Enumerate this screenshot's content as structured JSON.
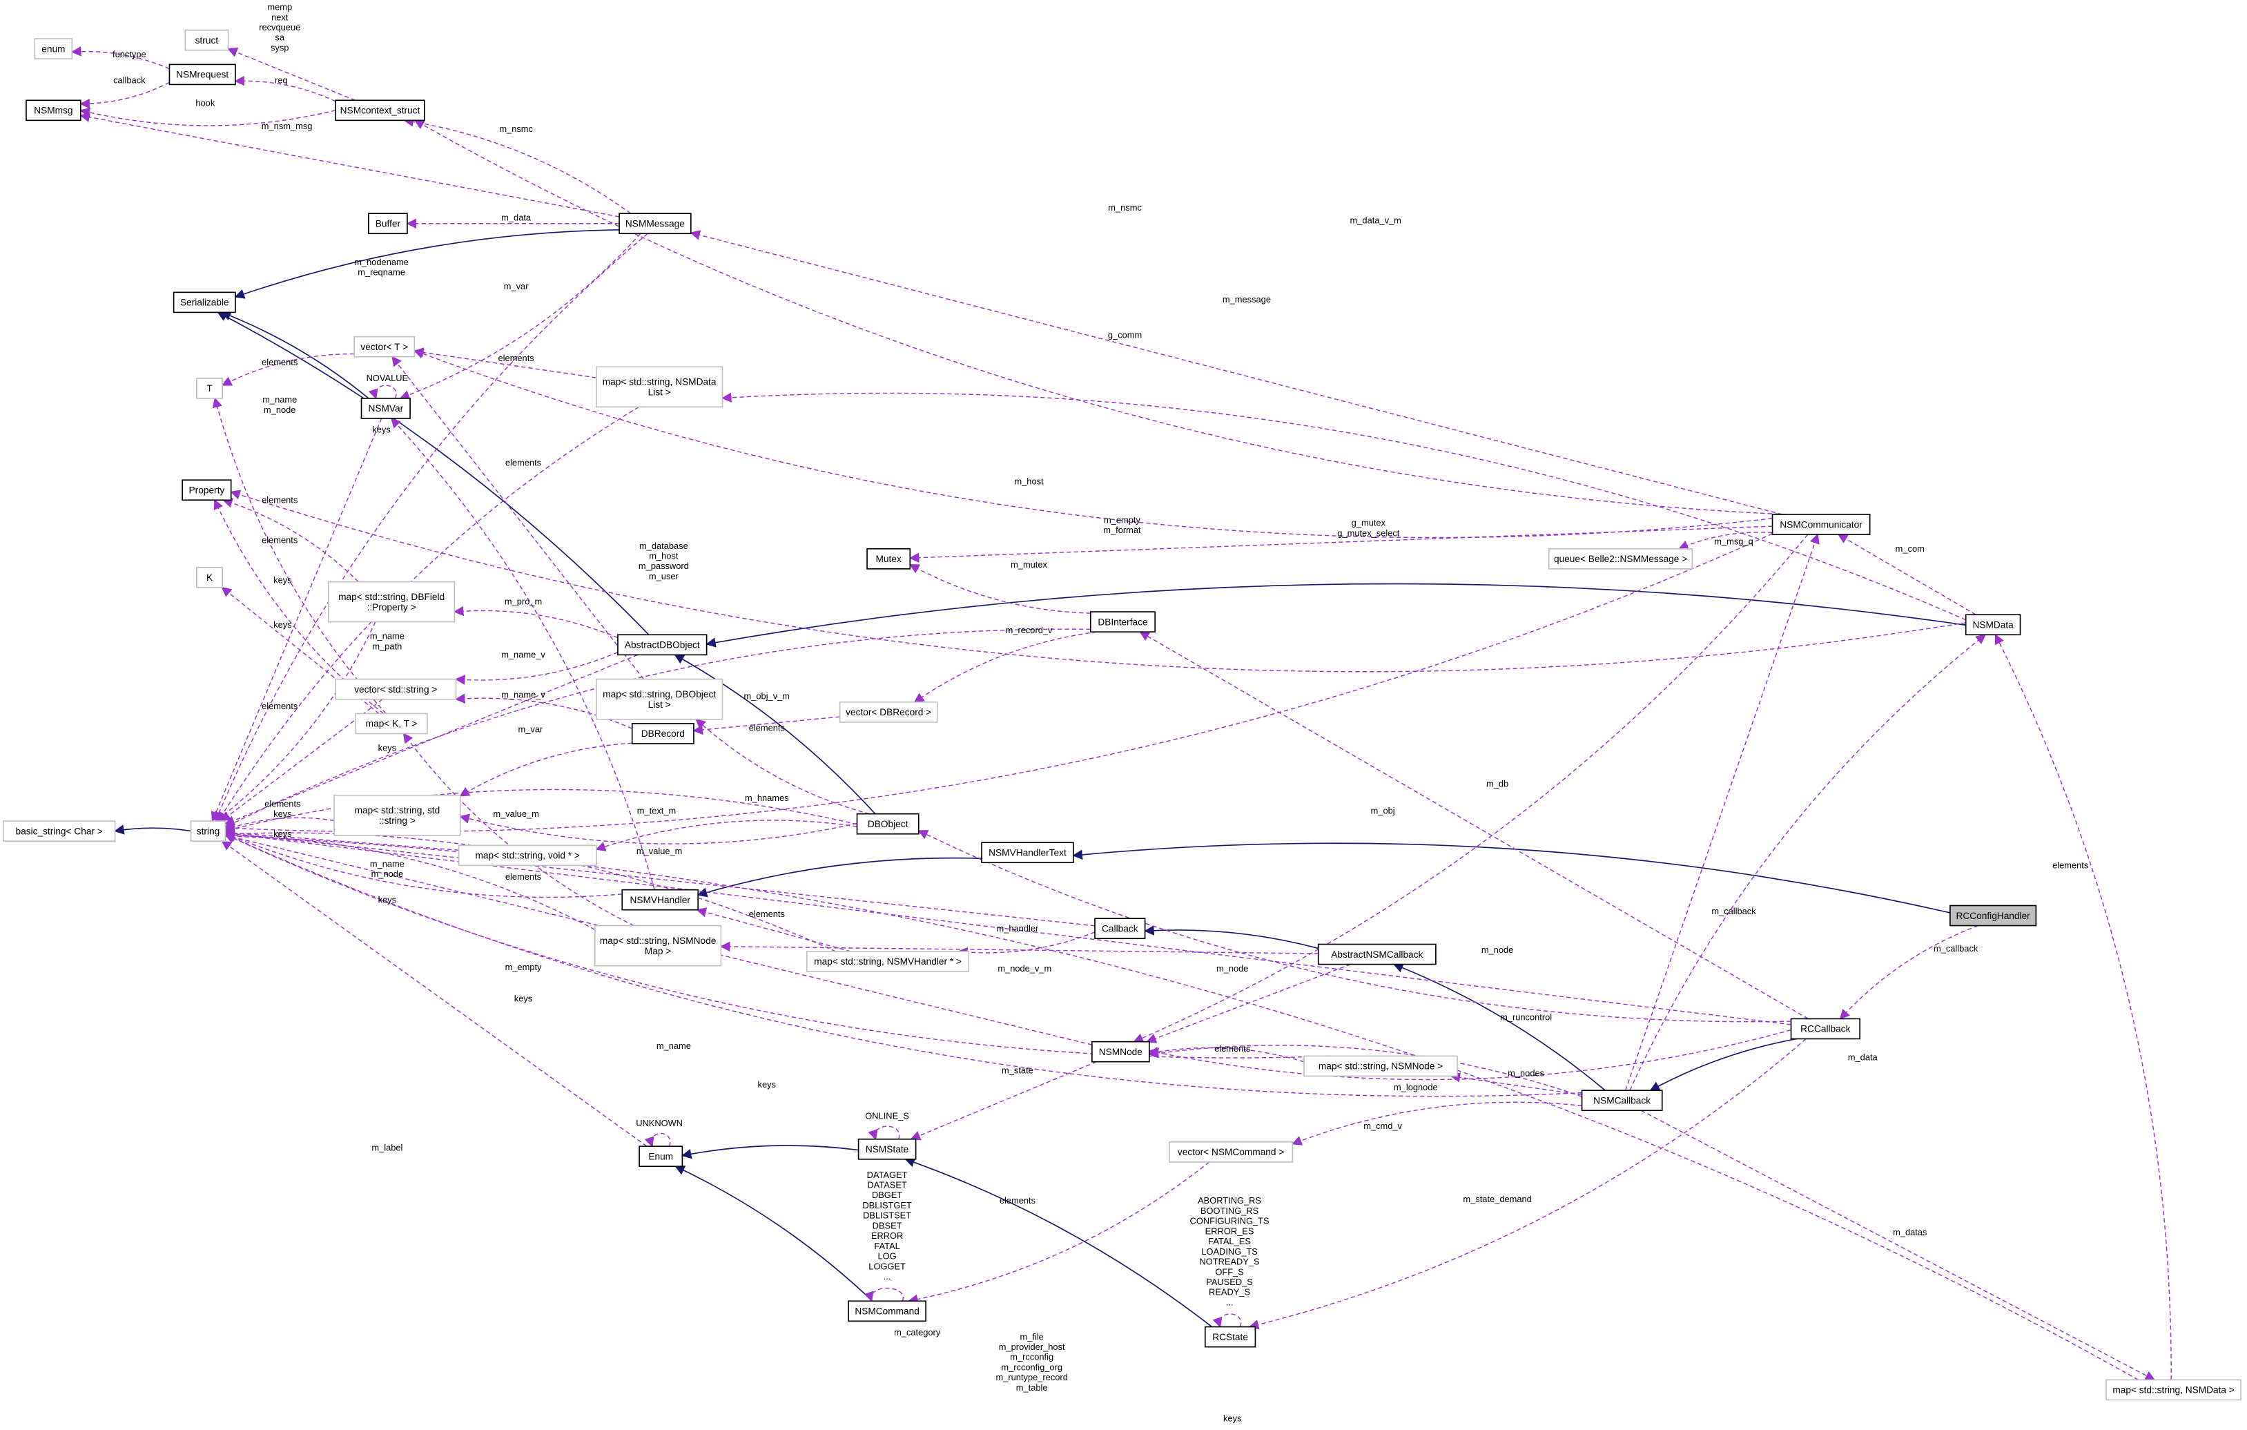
{
  "title": "RCConfigHandler collaboration diagram",
  "colors": {
    "inheritance": "#191970",
    "usage": "#9a32cd",
    "focus_fill": "#bfbfbf",
    "external_border": "#bfbfbf"
  },
  "nodes": [
    {
      "id": "enum",
      "label": "enum",
      "kind": "ext"
    },
    {
      "id": "struct",
      "label": "struct",
      "kind": "ext"
    },
    {
      "id": "NSMrequest",
      "label": "NSMrequest",
      "kind": "class"
    },
    {
      "id": "NSMmsg",
      "label": "NSMmsg",
      "kind": "class"
    },
    {
      "id": "NSMcontext_struct",
      "label": "NSMcontext_struct",
      "kind": "class"
    },
    {
      "id": "Buffer",
      "label": "Buffer",
      "kind": "class"
    },
    {
      "id": "NSMMessage",
      "label": "NSMMessage",
      "kind": "class"
    },
    {
      "id": "Serializable",
      "label": "Serializable",
      "kind": "class"
    },
    {
      "id": "vectorT",
      "label": "vector< T >",
      "kind": "ext"
    },
    {
      "id": "mapDataList",
      "label": "map< std::string, NSMData\nList >",
      "kind": "ext"
    },
    {
      "id": "T",
      "label": "T",
      "kind": "ext"
    },
    {
      "id": "NSMVar",
      "label": "NSMVar",
      "kind": "class"
    },
    {
      "id": "Property",
      "label": "Property",
      "kind": "class"
    },
    {
      "id": "K",
      "label": "K",
      "kind": "ext"
    },
    {
      "id": "mapDBField",
      "label": "map< std::string, DBField\n::Property >",
      "kind": "ext"
    },
    {
      "id": "AbstractDBObject",
      "label": "AbstractDBObject",
      "kind": "class"
    },
    {
      "id": "vectorString",
      "label": "vector< std::string >",
      "kind": "ext"
    },
    {
      "id": "mapDBObjectList",
      "label": "map< std::string, DBObject\nList >",
      "kind": "ext"
    },
    {
      "id": "mapKT",
      "label": "map< K, T >",
      "kind": "ext"
    },
    {
      "id": "DBRecord",
      "label": "DBRecord",
      "kind": "class"
    },
    {
      "id": "vectorDBRecord",
      "label": "vector< DBRecord >",
      "kind": "ext"
    },
    {
      "id": "DBObject",
      "label": "DBObject",
      "kind": "class"
    },
    {
      "id": "mapStringString",
      "label": "map< std::string, std\n::string >",
      "kind": "ext"
    },
    {
      "id": "basic_string",
      "label": "basic_string< Char >",
      "kind": "ext"
    },
    {
      "id": "string",
      "label": "string",
      "kind": "ext"
    },
    {
      "id": "mapVoid",
      "label": "map< std::string, void * >",
      "kind": "ext"
    },
    {
      "id": "NSMVHandlerText",
      "label": "NSMVHandlerText",
      "kind": "class"
    },
    {
      "id": "NSMVHandler",
      "label": "NSMVHandler",
      "kind": "class"
    },
    {
      "id": "mapNodeMap",
      "label": "map< std::string, NSMNode\nMap >",
      "kind": "ext"
    },
    {
      "id": "Callback",
      "label": "Callback",
      "kind": "class"
    },
    {
      "id": "mapVHandler",
      "label": "map< std::string, NSMVHandler * >",
      "kind": "ext"
    },
    {
      "id": "AbstractNSMCallback",
      "label": "AbstractNSMCallback",
      "kind": "class"
    },
    {
      "id": "NSMNode",
      "label": "NSMNode",
      "kind": "class"
    },
    {
      "id": "RCCallback",
      "label": "RCCallback",
      "kind": "class"
    },
    {
      "id": "mapNSMNode",
      "label": "map< std::string, NSMNode >",
      "kind": "ext"
    },
    {
      "id": "NSMCallback",
      "label": "NSMCallback",
      "kind": "class"
    },
    {
      "id": "NSMState",
      "label": "NSMState",
      "kind": "class"
    },
    {
      "id": "Enum",
      "label": "Enum",
      "kind": "class"
    },
    {
      "id": "vectorNSMCommand",
      "label": "vector< NSMCommand >",
      "kind": "ext"
    },
    {
      "id": "NSMCommand",
      "label": "NSMCommand",
      "kind": "class"
    },
    {
      "id": "RCState",
      "label": "RCState",
      "kind": "class"
    },
    {
      "id": "mapNSMData",
      "label": "map< std::string, NSMData >",
      "kind": "ext"
    },
    {
      "id": "NSMCommunicator",
      "label": "NSMCommunicator",
      "kind": "class"
    },
    {
      "id": "Mutex",
      "label": "Mutex",
      "kind": "class"
    },
    {
      "id": "queue",
      "label": "queue< Belle2::NSMMessage >",
      "kind": "ext"
    },
    {
      "id": "DBInterface",
      "label": "DBInterface",
      "kind": "class"
    },
    {
      "id": "NSMData",
      "label": "NSMData",
      "kind": "class"
    },
    {
      "id": "RCConfigHandler",
      "label": "RCConfigHandler",
      "kind": "focus"
    }
  ],
  "edges": [
    {
      "id": "e1",
      "from": "NSMMessage",
      "to": "Serializable",
      "type": "inherit",
      "label": ""
    },
    {
      "id": "e2",
      "from": "NSMVar",
      "to": "Serializable",
      "type": "inherit",
      "label": ""
    },
    {
      "id": "e3",
      "from": "AbstractDBObject",
      "to": "Serializable",
      "type": "inherit",
      "label": ""
    },
    {
      "id": "e4",
      "from": "NSMData",
      "to": "AbstractDBObject",
      "type": "inherit",
      "label": ""
    },
    {
      "id": "e5",
      "from": "DBObject",
      "to": "AbstractDBObject",
      "type": "inherit",
      "label": ""
    },
    {
      "id": "e6",
      "from": "string",
      "to": "basic_string",
      "type": "inherit",
      "label": ""
    },
    {
      "id": "e7",
      "from": "NSMVHandlerText",
      "to": "NSMVHandler",
      "type": "inherit",
      "label": ""
    },
    {
      "id": "e8",
      "from": "RCConfigHandler",
      "to": "NSMVHandlerText",
      "type": "inherit",
      "label": ""
    },
    {
      "id": "e9",
      "from": "AbstractNSMCallback",
      "to": "Callback",
      "type": "inherit",
      "label": ""
    },
    {
      "id": "e10",
      "from": "NSMCallback",
      "to": "AbstractNSMCallback",
      "type": "inherit",
      "label": ""
    },
    {
      "id": "e11",
      "from": "RCCallback",
      "to": "NSMCallback",
      "type": "inherit",
      "label": ""
    },
    {
      "id": "e12",
      "from": "NSMState",
      "to": "Enum",
      "type": "inherit",
      "label": ""
    },
    {
      "id": "e13",
      "from": "NSMCommand",
      "to": "Enum",
      "type": "inherit",
      "label": ""
    },
    {
      "id": "e14",
      "from": "RCState",
      "to": "NSMState",
      "type": "inherit",
      "label": ""
    },
    {
      "id": "u1",
      "from": "NSMrequest",
      "to": "enum",
      "type": "usage",
      "label": "functype"
    },
    {
      "id": "u2",
      "from": "NSMrequest",
      "to": "NSMmsg",
      "type": "usage",
      "label": "callback"
    },
    {
      "id": "u3",
      "from": "NSMcontext_struct",
      "to": "struct",
      "type": "usage",
      "label": "memp\nnext\nrecvqueue\nsa\nsysp"
    },
    {
      "id": "u4",
      "from": "NSMcontext_struct",
      "to": "NSMrequest",
      "type": "usage",
      "label": "req"
    },
    {
      "id": "u5",
      "from": "NSMcontext_struct",
      "to": "NSMmsg",
      "type": "usage",
      "label": "hook"
    },
    {
      "id": "u6",
      "from": "NSMMessage",
      "to": "NSMmsg",
      "type": "usage",
      "label": "m_nsm_msg"
    },
    {
      "id": "u7",
      "from": "NSMMessage",
      "to": "NSMcontext_struct",
      "type": "usage",
      "label": "m_nsmc"
    },
    {
      "id": "u8",
      "from": "NSMCommunicator",
      "to": "NSMcontext_struct",
      "type": "usage",
      "label": "m_nsmc"
    },
    {
      "id": "u9",
      "from": "NSMMessage",
      "to": "Buffer",
      "type": "usage",
      "label": "m_data"
    },
    {
      "id": "u10",
      "from": "NSMMessage",
      "to": "string",
      "type": "usage",
      "label": "m_nodename\nm_reqname"
    },
    {
      "id": "u11",
      "from": "NSMMessage",
      "to": "NSMVar",
      "type": "usage",
      "label": "m_var"
    },
    {
      "id": "u12",
      "from": "NSMCommunicator",
      "to": "NSMMessage",
      "type": "usage",
      "label": "m_message"
    },
    {
      "id": "u13",
      "from": "NSMData",
      "to": "mapDataList",
      "type": "usage",
      "label": "m_data_v_m"
    },
    {
      "id": "u14",
      "from": "NSMCommunicator",
      "to": "vectorT",
      "type": "usage",
      "label": "g_comm"
    },
    {
      "id": "u15",
      "from": "mapDataList",
      "to": "vectorT",
      "type": "usage",
      "label": "elements"
    },
    {
      "id": "u16",
      "from": "vectorT",
      "to": "T",
      "type": "usage",
      "label": "elements"
    },
    {
      "id": "u17",
      "from": "NSMVar",
      "to": "NSMVar",
      "type": "self",
      "label": "NOVALUE"
    },
    {
      "id": "u18",
      "from": "NSMVar",
      "to": "string",
      "type": "usage",
      "label": "m_name\nm_node"
    },
    {
      "id": "u19",
      "from": "mapDataList",
      "to": "string",
      "type": "usage",
      "label": "keys"
    },
    {
      "id": "u20",
      "from": "NSMCommunicator",
      "to": "string",
      "type": "usage",
      "label": "m_host"
    },
    {
      "id": "u21",
      "from": "mapDBObjectList",
      "to": "vectorT",
      "type": "usage",
      "label": "elements"
    },
    {
      "id": "u22",
      "from": "mapDBField",
      "to": "Property",
      "type": "usage",
      "label": "elements"
    },
    {
      "id": "u23",
      "from": "NSMData",
      "to": "Property",
      "type": "usage",
      "label": "m_empty\nm_format"
    },
    {
      "id": "u24",
      "from": "NSMCommunicator",
      "to": "Mutex",
      "type": "usage",
      "label": "g_mutex\ng_mutex_select"
    },
    {
      "id": "u25",
      "from": "NSMCommunicator",
      "to": "queue",
      "type": "usage",
      "label": "m_msg_q"
    },
    {
      "id": "u26",
      "from": "mapKT",
      "to": "Property",
      "type": "usage",
      "label": "elements"
    },
    {
      "id": "u27",
      "from": "mapKT",
      "to": "K",
      "type": "usage",
      "label": "keys"
    },
    {
      "id": "u28",
      "from": "DBInterface",
      "to": "string",
      "type": "usage",
      "label": "m_database\nm_host\nm_password\nm_user"
    },
    {
      "id": "u29",
      "from": "DBInterface",
      "to": "Mutex",
      "type": "usage",
      "label": "m_mutex"
    },
    {
      "id": "u30",
      "from": "NSMData",
      "to": "NSMCommunicator",
      "type": "usage",
      "label": "m_com"
    },
    {
      "id": "u31",
      "from": "AbstractDBObject",
      "to": "mapDBField",
      "type": "usage",
      "label": "m_pro_m"
    },
    {
      "id": "u32",
      "from": "mapDBField",
      "to": "string",
      "type": "usage",
      "label": "keys"
    },
    {
      "id": "u33",
      "from": "AbstractDBObject",
      "to": "string",
      "type": "usage",
      "label": "m_name\nm_path"
    },
    {
      "id": "u34",
      "from": "DBInterface",
      "to": "vectorDBRecord",
      "type": "usage",
      "label": "m_record_v"
    },
    {
      "id": "u35",
      "from": "AbstractDBObject",
      "to": "vectorString",
      "type": "usage",
      "label": "m_name_v"
    },
    {
      "id": "u36",
      "from": "vectorString",
      "to": "string",
      "type": "usage",
      "label": "elements"
    },
    {
      "id": "u37",
      "from": "DBRecord",
      "to": "vectorString",
      "type": "usage",
      "label": "m_name_v"
    },
    {
      "id": "u38",
      "from": "DBObject",
      "to": "mapDBObjectList",
      "type": "usage",
      "label": "m_obj_v_m"
    },
    {
      "id": "u39",
      "from": "vectorDBRecord",
      "to": "DBRecord",
      "type": "usage",
      "label": "elements"
    },
    {
      "id": "u40",
      "from": "NSMVHandler",
      "to": "NSMVar",
      "type": "usage",
      "label": "m_var"
    },
    {
      "id": "u41",
      "from": "mapKT",
      "to": "T",
      "type": "usage",
      "label": "keys"
    },
    {
      "id": "u42",
      "from": "RCCallback",
      "to": "DBInterface",
      "type": "usage",
      "label": "m_db"
    },
    {
      "id": "u43",
      "from": "DBRecord",
      "to": "mapStringString",
      "type": "usage",
      "label": "m_value_m"
    },
    {
      "id": "u44",
      "from": "DBObject",
      "to": "mapStringString",
      "type": "usage",
      "label": "m_text_m"
    },
    {
      "id": "u45",
      "from": "Callback",
      "to": "string",
      "type": "usage",
      "label": "m_hnames"
    },
    {
      "id": "u46",
      "from": "mapStringString",
      "to": "string",
      "type": "usage",
      "label": "elements\nkeys"
    },
    {
      "id": "u47",
      "from": "RCCallback",
      "to": "DBObject",
      "type": "usage",
      "label": "m_obj"
    },
    {
      "id": "u48",
      "from": "mapVoid",
      "to": "string",
      "type": "usage",
      "label": "keys"
    },
    {
      "id": "u49",
      "from": "DBObject",
      "to": "mapVoid",
      "type": "usage",
      "label": "m_value_m"
    },
    {
      "id": "u50",
      "from": "NSMVHandler",
      "to": "string",
      "type": "usage",
      "label": "m_name\nm_node"
    },
    {
      "id": "u51",
      "from": "mapVHandler",
      "to": "NSMVHandler",
      "type": "usage",
      "label": "elements"
    },
    {
      "id": "u52",
      "from": "mapNodeMap",
      "to": "string",
      "type": "usage",
      "label": "keys"
    },
    {
      "id": "u53",
      "from": "mapNodeMap",
      "to": "mapKT",
      "type": "usage",
      "label": "elements"
    },
    {
      "id": "u54",
      "from": "NSMCallback",
      "to": "NSMCommunicator",
      "type": "usage",
      "label": "m_callback"
    },
    {
      "id": "u55",
      "from": "RCConfigHandler",
      "to": "RCCallback",
      "type": "usage",
      "label": "m_callback"
    },
    {
      "id": "u56",
      "from": "Callback",
      "to": "mapVHandler",
      "type": "usage",
      "label": "m_handler"
    },
    {
      "id": "u57",
      "from": "AbstractNSMCallback",
      "to": "mapNodeMap",
      "type": "usage",
      "label": "m_node_v_m"
    },
    {
      "id": "u58",
      "from": "DBObject",
      "to": "string",
      "type": "usage",
      "label": "m_empty"
    },
    {
      "id": "u59",
      "from": "NSMCommunicator",
      "to": "NSMNode",
      "type": "usage",
      "label": "m_node"
    },
    {
      "id": "u60",
      "from": "AbstractNSMCallback",
      "to": "NSMNode",
      "type": "usage",
      "label": "m_node"
    },
    {
      "id": "u61",
      "from": "mapVHandler",
      "to": "string",
      "type": "usage",
      "label": "keys"
    },
    {
      "id": "u62",
      "from": "RCCallback",
      "to": "NSMNode",
      "type": "usage",
      "label": "m_runcontrol"
    },
    {
      "id": "u63",
      "from": "NSMNode",
      "to": "string",
      "type": "usage",
      "label": "m_name"
    },
    {
      "id": "u64",
      "from": "mapNSMNode",
      "to": "NSMNode",
      "type": "usage",
      "label": "elements"
    },
    {
      "id": "u65",
      "from": "mapNSMNode",
      "to": "string",
      "type": "usage",
      "label": "keys"
    },
    {
      "id": "u66",
      "from": "NSMCallback",
      "to": "mapNSMNode",
      "type": "usage",
      "label": "m_nodes"
    },
    {
      "id": "u67",
      "from": "NSMCallback",
      "to": "NSMNode",
      "type": "usage",
      "label": "m_lognode"
    },
    {
      "id": "u68",
      "from": "NSMCallback",
      "to": "NSMData",
      "type": "usage",
      "label": "m_data"
    },
    {
      "id": "u69",
      "from": "NSMNode",
      "to": "NSMState",
      "type": "usage",
      "label": "m_state"
    },
    {
      "id": "u70",
      "from": "NSMState",
      "to": "NSMState",
      "type": "self",
      "label": "ONLINE_S"
    },
    {
      "id": "u71",
      "from": "Enum",
      "to": "Enum",
      "type": "self",
      "label": "UNKNOWN"
    },
    {
      "id": "u72",
      "from": "Enum",
      "to": "string",
      "type": "usage",
      "label": "m_label"
    },
    {
      "id": "u73",
      "from": "NSMCallback",
      "to": "vectorNSMCommand",
      "type": "usage",
      "label": "m_cmd_v"
    },
    {
      "id": "u74",
      "from": "vectorNSMCommand",
      "to": "NSMCommand",
      "type": "usage",
      "label": "elements"
    },
    {
      "id": "u75",
      "from": "NSMCommand",
      "to": "NSMCommand",
      "type": "self",
      "label": "DATAGET\nDATASET\nDBGET\nDBLISTGET\nDBLISTSET\nDBSET\nERROR\nFATAL\nLOG\nLOGGET\n..."
    },
    {
      "id": "u76",
      "from": "RCState",
      "to": "RCState",
      "type": "self",
      "label": "ABORTING_RS\nBOOTING_RS\nCONFIGURING_TS\nERROR_ES\nFATAL_ES\nLOADING_TS\nNOTREADY_S\nOFF_S\nPAUSED_S\nREADY_S\n..."
    },
    {
      "id": "u77",
      "from": "RCCallback",
      "to": "RCState",
      "type": "usage",
      "label": "m_state_demand"
    },
    {
      "id": "u78",
      "from": "NSMCallback",
      "to": "mapNSMData",
      "type": "usage",
      "label": "m_datas"
    },
    {
      "id": "u79",
      "from": "mapNSMData",
      "to": "NSMData",
      "type": "usage",
      "label": "elements"
    },
    {
      "id": "u80",
      "from": "NSMCallback",
      "to": "string",
      "type": "usage",
      "label": "m_category"
    },
    {
      "id": "u81",
      "from": "RCCallback",
      "to": "string",
      "type": "usage",
      "label": "m_file\nm_provider_host\nm_rcconfig\nm_rcconfig_org\nm_runtype_record\nm_table"
    },
    {
      "id": "u82",
      "from": "mapNSMData",
      "to": "string",
      "type": "usage",
      "label": "keys"
    }
  ]
}
